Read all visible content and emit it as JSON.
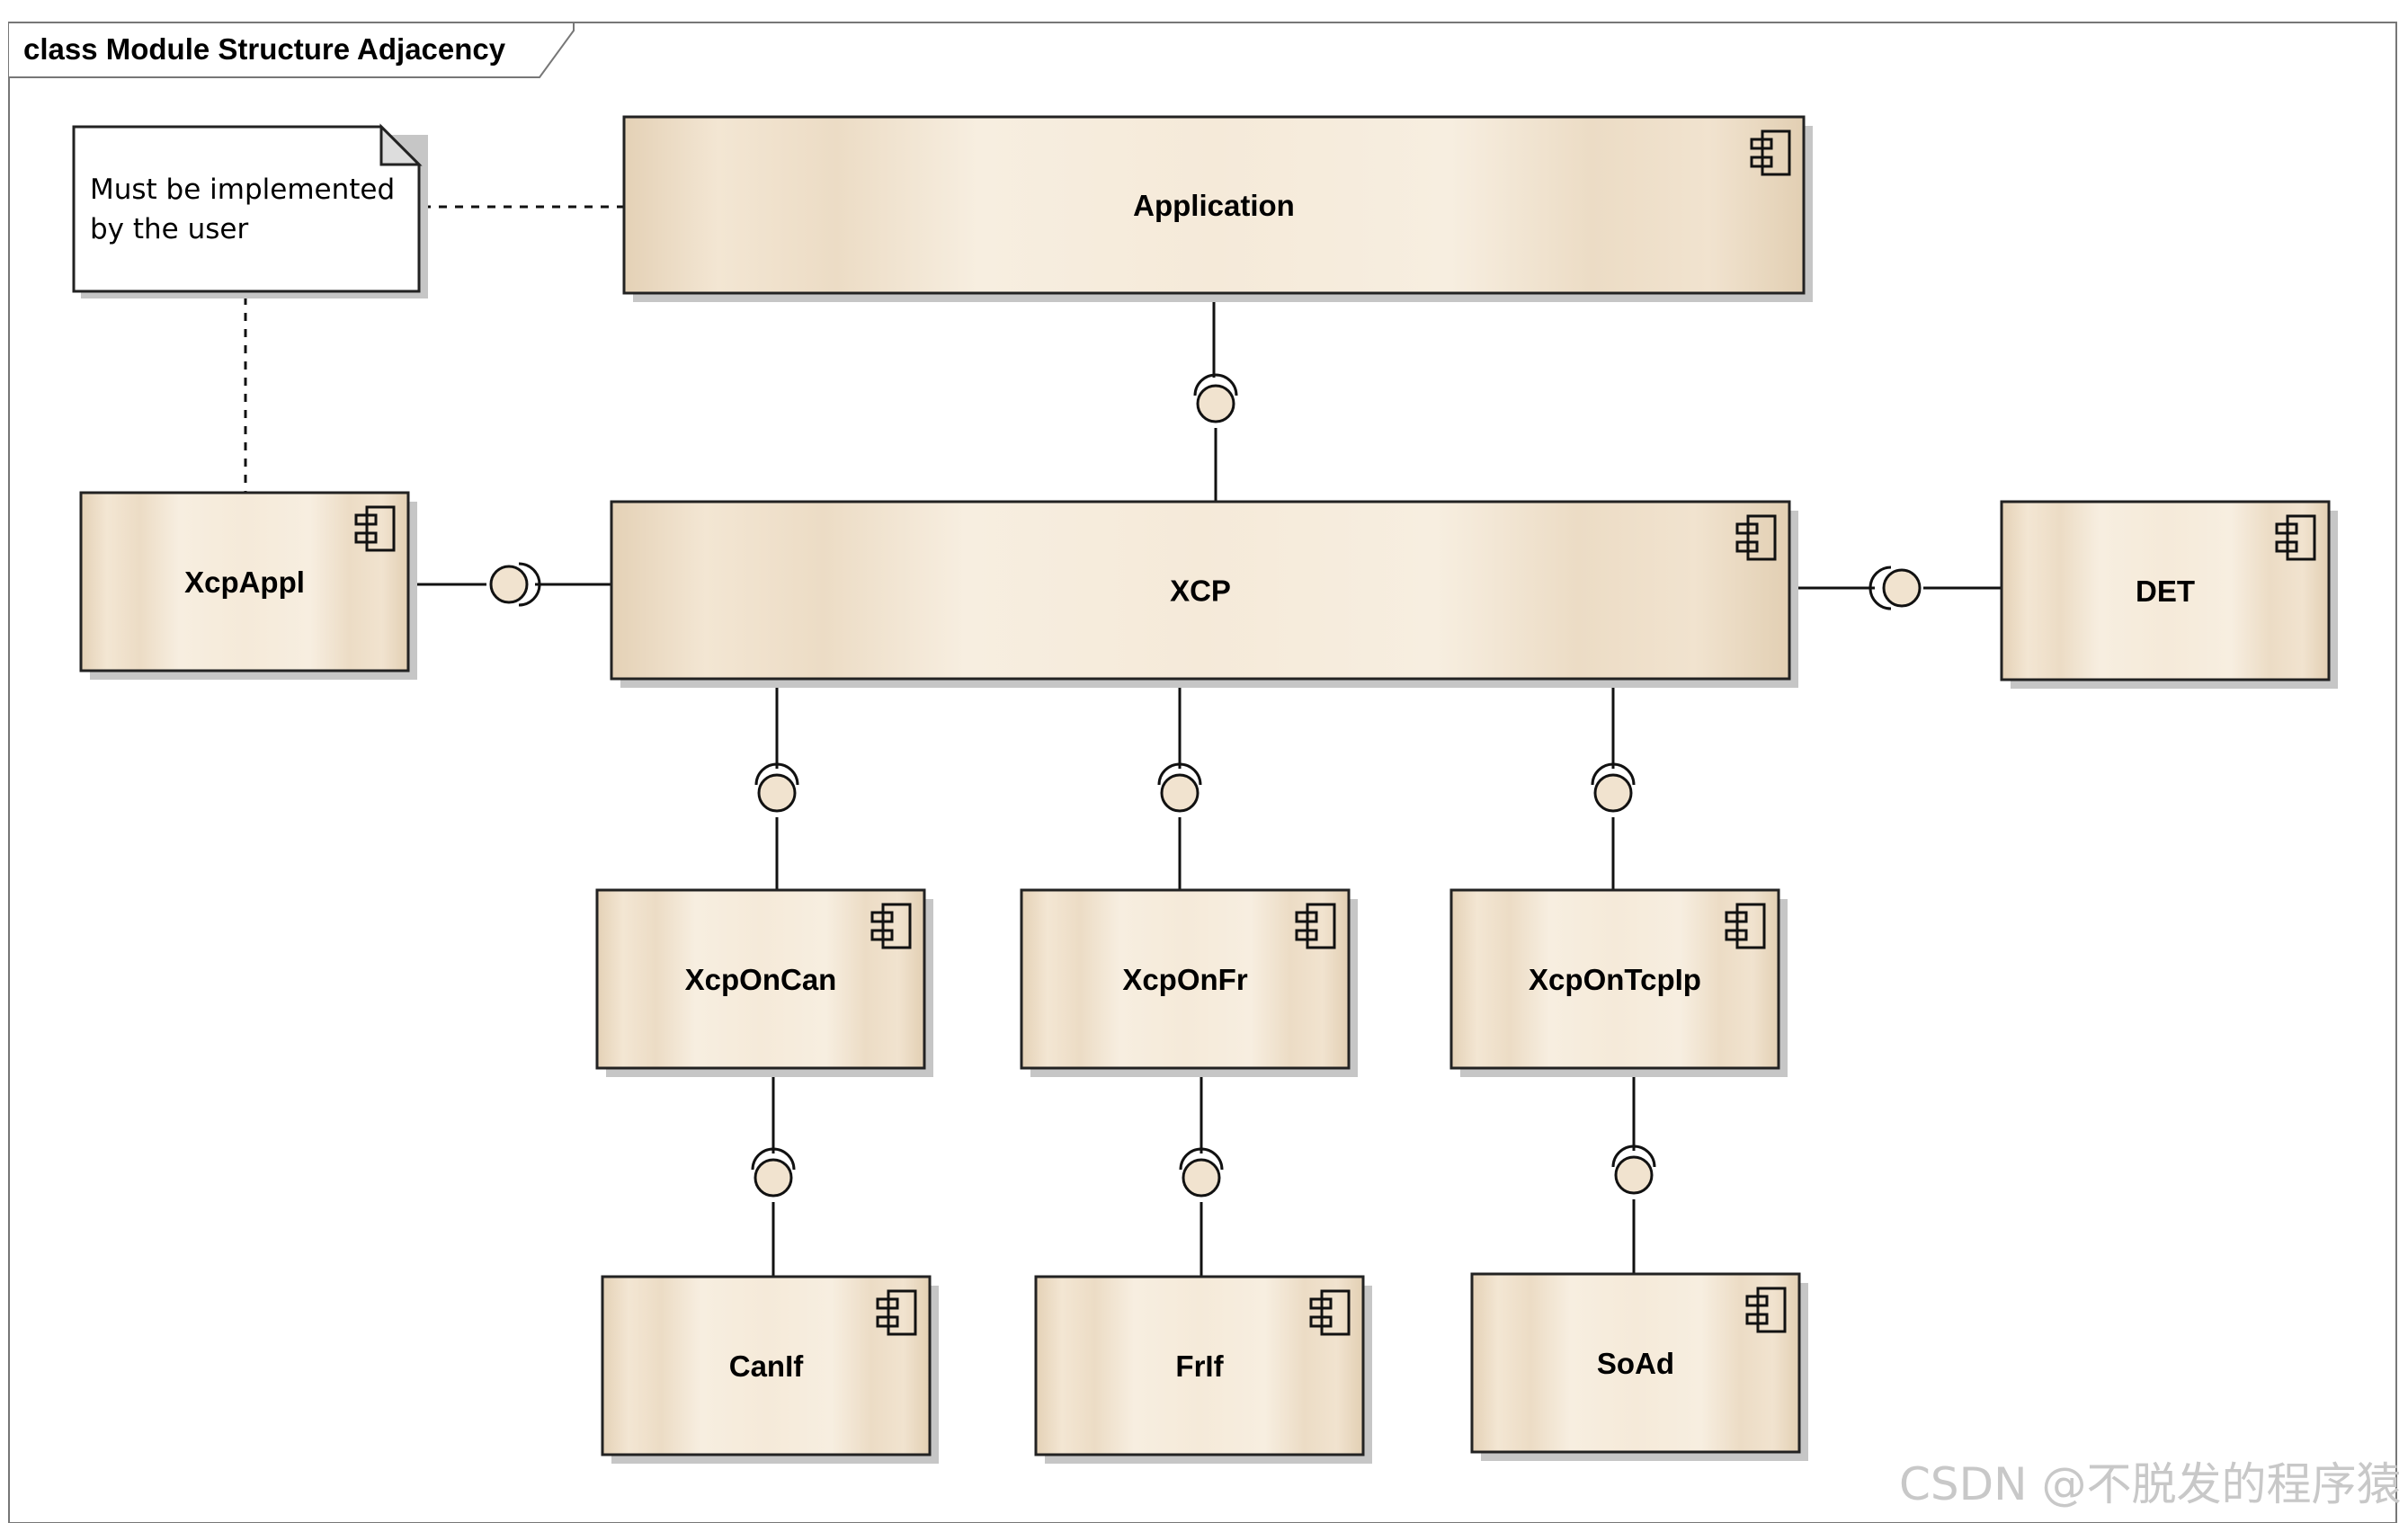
{
  "frame": {
    "title": "class Module Structure Adjacency"
  },
  "note": {
    "lines": [
      "Must be implemented",
      "by the user"
    ]
  },
  "components": {
    "application": "Application",
    "xcp": "XCP",
    "xcpappl": "XcpAppl",
    "det": "DET",
    "xcponcan": "XcpOnCan",
    "xcponfr": "XcpOnFr",
    "xcpontcpip": "XcpOnTcpIp",
    "canif": "CanIf",
    "frif": "FrIf",
    "soad": "SoAd"
  },
  "watermark": "CSDN @不脱发的程序猿",
  "colors": {
    "component_fill": "#f1e3cf",
    "component_highlight": "#f8efe2",
    "component_dark": "#e6d4bb",
    "border": "#222222"
  }
}
